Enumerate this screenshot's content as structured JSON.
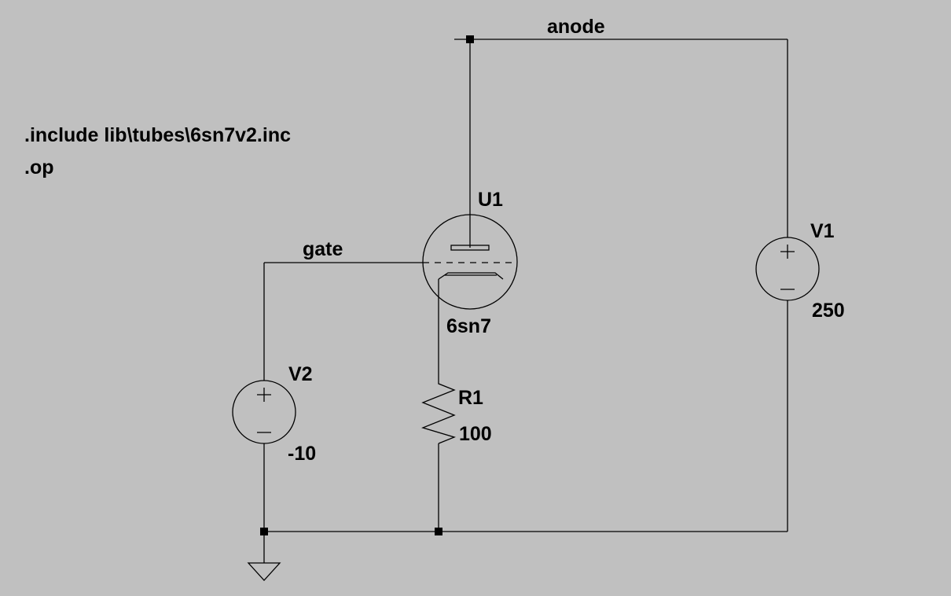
{
  "directives": {
    "include": ".include lib\\tubes\\6sn7v2.inc",
    "op": ".op"
  },
  "nets": {
    "anode": "anode",
    "gate": "gate"
  },
  "components": {
    "tube": {
      "ref": "U1",
      "value": "6sn7"
    },
    "resistor": {
      "ref": "R1",
      "value": "100"
    },
    "source_anode": {
      "ref": "V1",
      "value": "250"
    },
    "source_gate": {
      "ref": "V2",
      "value": "-10"
    }
  }
}
